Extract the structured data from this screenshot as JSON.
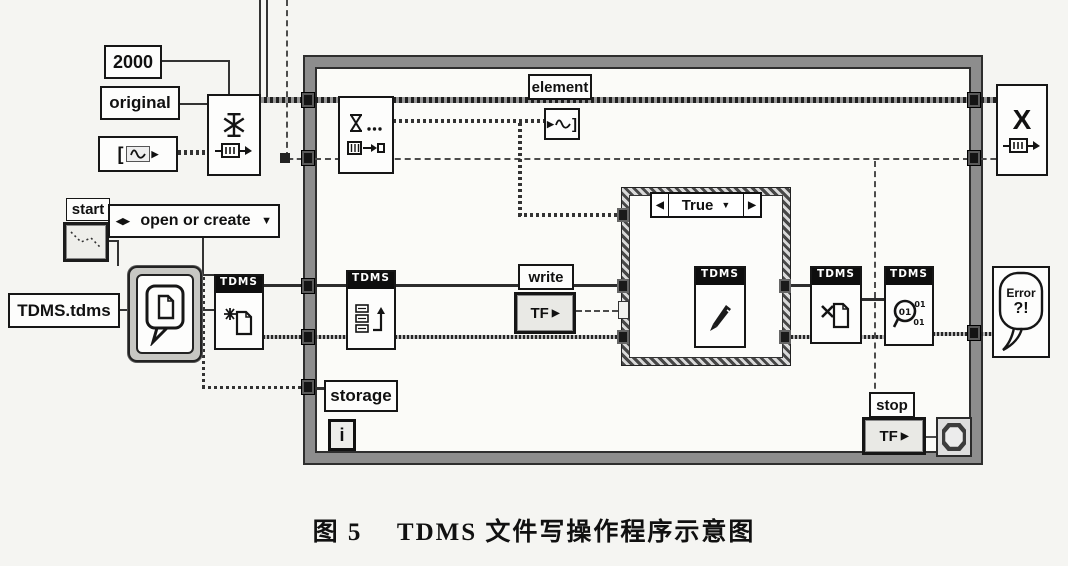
{
  "figure": {
    "number": "图 5",
    "title": "TDMS 文件写操作程序示意图"
  },
  "labels": {
    "queue_size": "2000",
    "queue_name": "original",
    "start": "start",
    "open_mode": "open or create",
    "file_path": "TDMS.tdms",
    "element": "element",
    "write": "write",
    "storage": "storage",
    "stop": "stop",
    "iteration": "i",
    "tf": "TF",
    "case_true": "True",
    "tdms": "TDMS",
    "release_x": "X",
    "error_l1": "Error",
    "error_l2": "?!",
    "bits": "01"
  },
  "colors": {
    "background": "#f5f5f2",
    "loop_border": "#8d8d8d",
    "icon_header": "#0e0e0e",
    "wire": "#333333",
    "case_border_dark": "#474747"
  }
}
